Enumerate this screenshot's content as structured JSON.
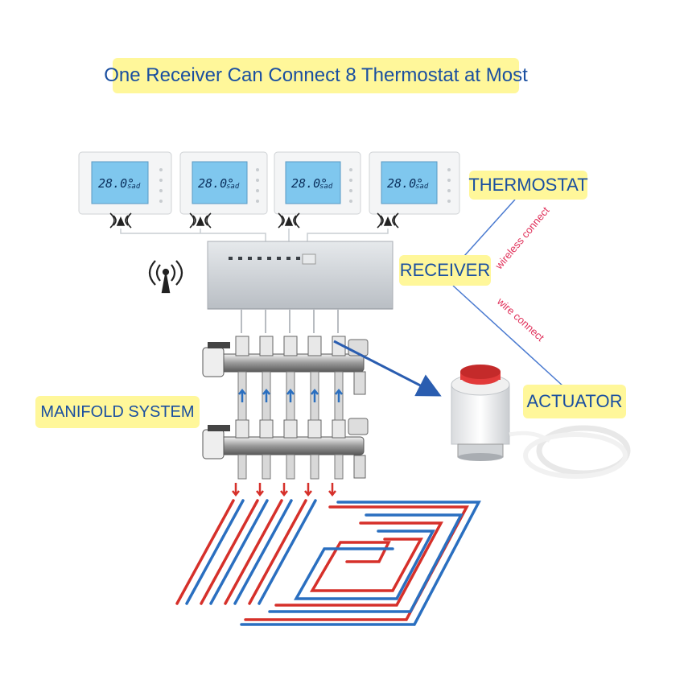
{
  "headline": "One Receiver Can Connect 8 Thermostat at Most",
  "labels": {
    "thermostat": "THERMOSTAT",
    "receiver": "RECEIVER",
    "actuator": "ACTUATOR",
    "manifold": "MANIFOLD SYSTEM"
  },
  "connections": {
    "wireless": "wireless connect",
    "wire": "wire connect"
  },
  "thermostat_display": {
    "temperature": "28.0°",
    "mode": "sad"
  },
  "icons": {
    "signal": "wireless-signal-icon",
    "antenna": "antenna-icon",
    "arrow": "arrow-icon"
  },
  "colors": {
    "label_background": "#fff79a",
    "label_text": "#1a4fa0",
    "connection_text": "#e0305a",
    "hot_pipe": "#d6302a",
    "cold_pipe": "#2a6fc0",
    "lcd_background": "#7fc7ee"
  }
}
